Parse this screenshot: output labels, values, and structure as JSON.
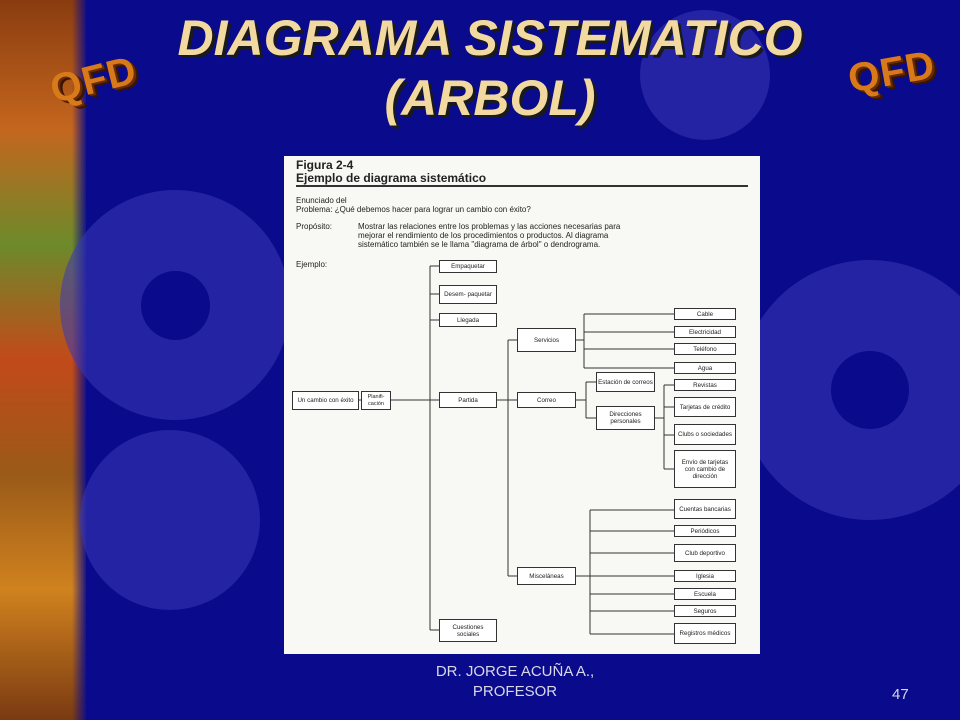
{
  "slide": {
    "title_line1": "DIAGRAMA SISTEMATICO",
    "title_line2": "(ARBOL)",
    "logo_left": "QFD",
    "logo_right": "QFD",
    "footer_line1": "DR. JORGE ACUÑA A.,",
    "footer_line2": "PROFESOR",
    "page_number": "47"
  },
  "figure": {
    "label": "Figura 2-4",
    "title": "Ejemplo de diagrama sistemático",
    "statement_label1": "Enunciado del",
    "statement_label2": "Problema:",
    "statement_text": "¿Qué debemos hacer para lograr un cambio con éxito?",
    "purpose_label": "Propósito:",
    "purpose_line1": "Mostrar las relaciones entre los problemas y las acciones necesarias para",
    "purpose_line2": "mejorar el rendimiento de los procedimientos o productos. Al diagrama",
    "purpose_line3": "sistemático también se le llama \"diagrama de árbol\" o dendrograma.",
    "example_label": "Ejemplo:"
  },
  "tree": {
    "root": "Un cambio con éxito",
    "plan": "Planifi- cación",
    "empaquetar": "Empaquetar",
    "desempaquetar": "Desem- paquetar",
    "llegada": "Llegada",
    "partida": "Partida",
    "cuestiones": "Cuestiones sociales",
    "servicios": "Servicios",
    "correo": "Correo",
    "miscelaneas": "Misceláneas",
    "cable": "Cable",
    "electricidad": "Electricidad",
    "telefono": "Teléfono",
    "agua": "Agua",
    "estacion": "Estación de correos",
    "direcciones": "Direcciones personales",
    "revistas": "Revistas",
    "tarjetas_credito": "Tarjetas de crédito",
    "clubs": "Clubs o sociedades",
    "envio": "Envío de tarjetas con cambio de dirección",
    "cuentas": "Cuentas bancarias",
    "periodicos": "Periódicos",
    "club_deportivo": "Club deportivo",
    "iglesia": "Iglesia",
    "escuela": "Escuela",
    "seguros": "Seguros",
    "registros": "Registros médicos"
  }
}
